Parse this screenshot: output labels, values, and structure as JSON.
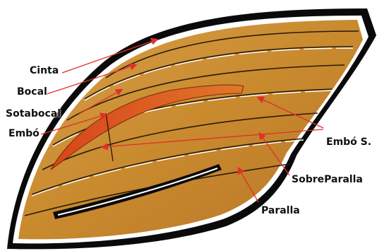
{
  "diagram": {
    "labels": {
      "cinta": "Cinta",
      "bocal": "Bocal",
      "sotabocal": "Sotabocal",
      "embo": "Embó",
      "embo_s": "Embó S.",
      "sobreparalla": "SobreParalla",
      "paralla": "Paralla"
    },
    "colors": {
      "hull_outline": "#0a0a0a",
      "planks": "#c98a2e",
      "plank_dark": "#a8641c",
      "highlight_plank": "#d2521a",
      "pointer": "#e0302a",
      "seam": "#2a1a0a"
    }
  }
}
